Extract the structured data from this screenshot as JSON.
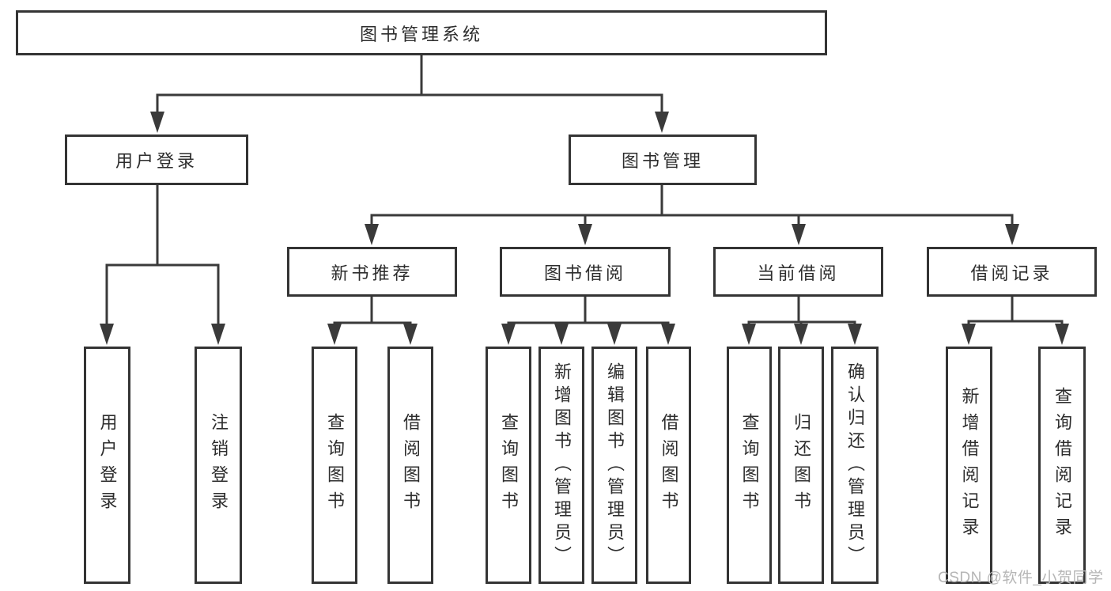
{
  "tree": {
    "label": "图书管理系统",
    "children": [
      {
        "label": "用户登录",
        "children": [
          {
            "label": "用户登录"
          },
          {
            "label": "注销登录"
          }
        ]
      },
      {
        "label": "图书管理",
        "children": [
          {
            "label": "新书推荐",
            "children": [
              {
                "label": "查询图书"
              },
              {
                "label": "借阅图书"
              }
            ]
          },
          {
            "label": "图书借阅",
            "children": [
              {
                "label": "查询图书"
              },
              {
                "label": "新增图书（管理员）"
              },
              {
                "label": "编辑图书（管理员）"
              },
              {
                "label": "借阅图书"
              }
            ]
          },
          {
            "label": "当前借阅",
            "children": [
              {
                "label": "查询图书"
              },
              {
                "label": "归还图书"
              },
              {
                "label": "确认归还（管理员）"
              }
            ]
          },
          {
            "label": "借阅记录",
            "children": [
              {
                "label": "新增借阅记录"
              },
              {
                "label": "查询借阅记录"
              }
            ]
          }
        ]
      }
    ]
  },
  "colors": {
    "line": "#3a3a3a",
    "box_border": "#343434",
    "box_fill": "#ffffff",
    "text": "#2d2d2d",
    "watermark": "#b6b6b6",
    "background": "#ffffff"
  },
  "watermark": {
    "text": "CSDN @软件_小贺同学"
  }
}
